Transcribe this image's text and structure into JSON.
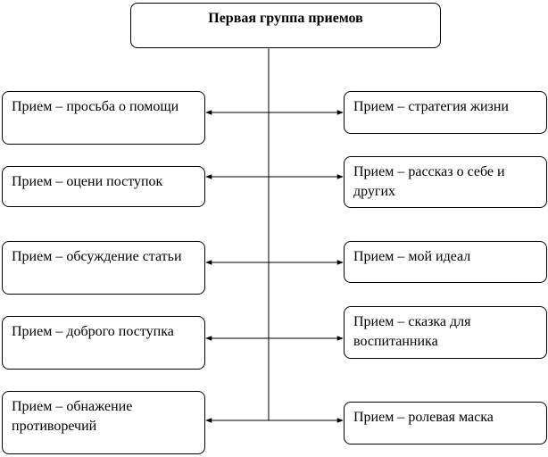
{
  "title": "Первая группа приемов",
  "left_items": [
    "Прием – просьба о помощи",
    "Прием – оцени поступок",
    "Прием – обсуждение статьи",
    "Прием – доброго поступка",
    "Прием – обнажение противоречий"
  ],
  "right_items": [
    "Прием – стратегия жизни",
    "Прием – рассказ о себе и других",
    "Прием – мой идеал",
    "Прием – сказка для воспитанника",
    "Прием – ролевая маска"
  ],
  "colors": {
    "line": "#000000",
    "box_border": "#000000",
    "background": "#ffffff"
  }
}
